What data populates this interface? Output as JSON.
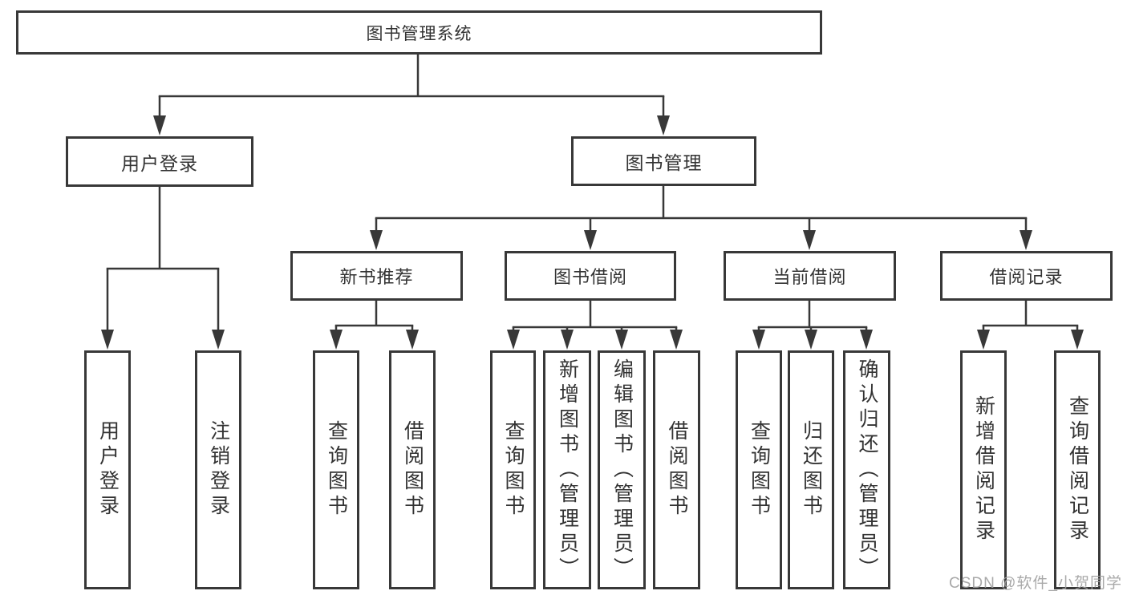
{
  "diagram": {
    "root": {
      "label": "图书管理系统"
    },
    "branches": [
      {
        "label": "用户登录",
        "leaves": [
          "用户登录",
          "注销登录"
        ]
      },
      {
        "label": "图书管理",
        "children": [
          {
            "label": "新书推荐",
            "leaves": [
              "查询图书",
              "借阅图书"
            ]
          },
          {
            "label": "图书借阅",
            "leaves": [
              "查询图书",
              "新增图书（管理员）",
              "编辑图书（管理员）",
              "借阅图书"
            ]
          },
          {
            "label": "当前借阅",
            "leaves": [
              "查询图书",
              "归还图书",
              "确认归还（管理员）"
            ]
          },
          {
            "label": "借阅记录",
            "leaves": [
              "新增借阅记录",
              "查询借阅记录"
            ]
          }
        ]
      }
    ]
  },
  "watermark": {
    "text": "CSDN @软件_小贺同学"
  },
  "colors": {
    "line": "#383838",
    "text": "#333333",
    "background": "#ffffff",
    "watermark": "#a0a0a0"
  }
}
